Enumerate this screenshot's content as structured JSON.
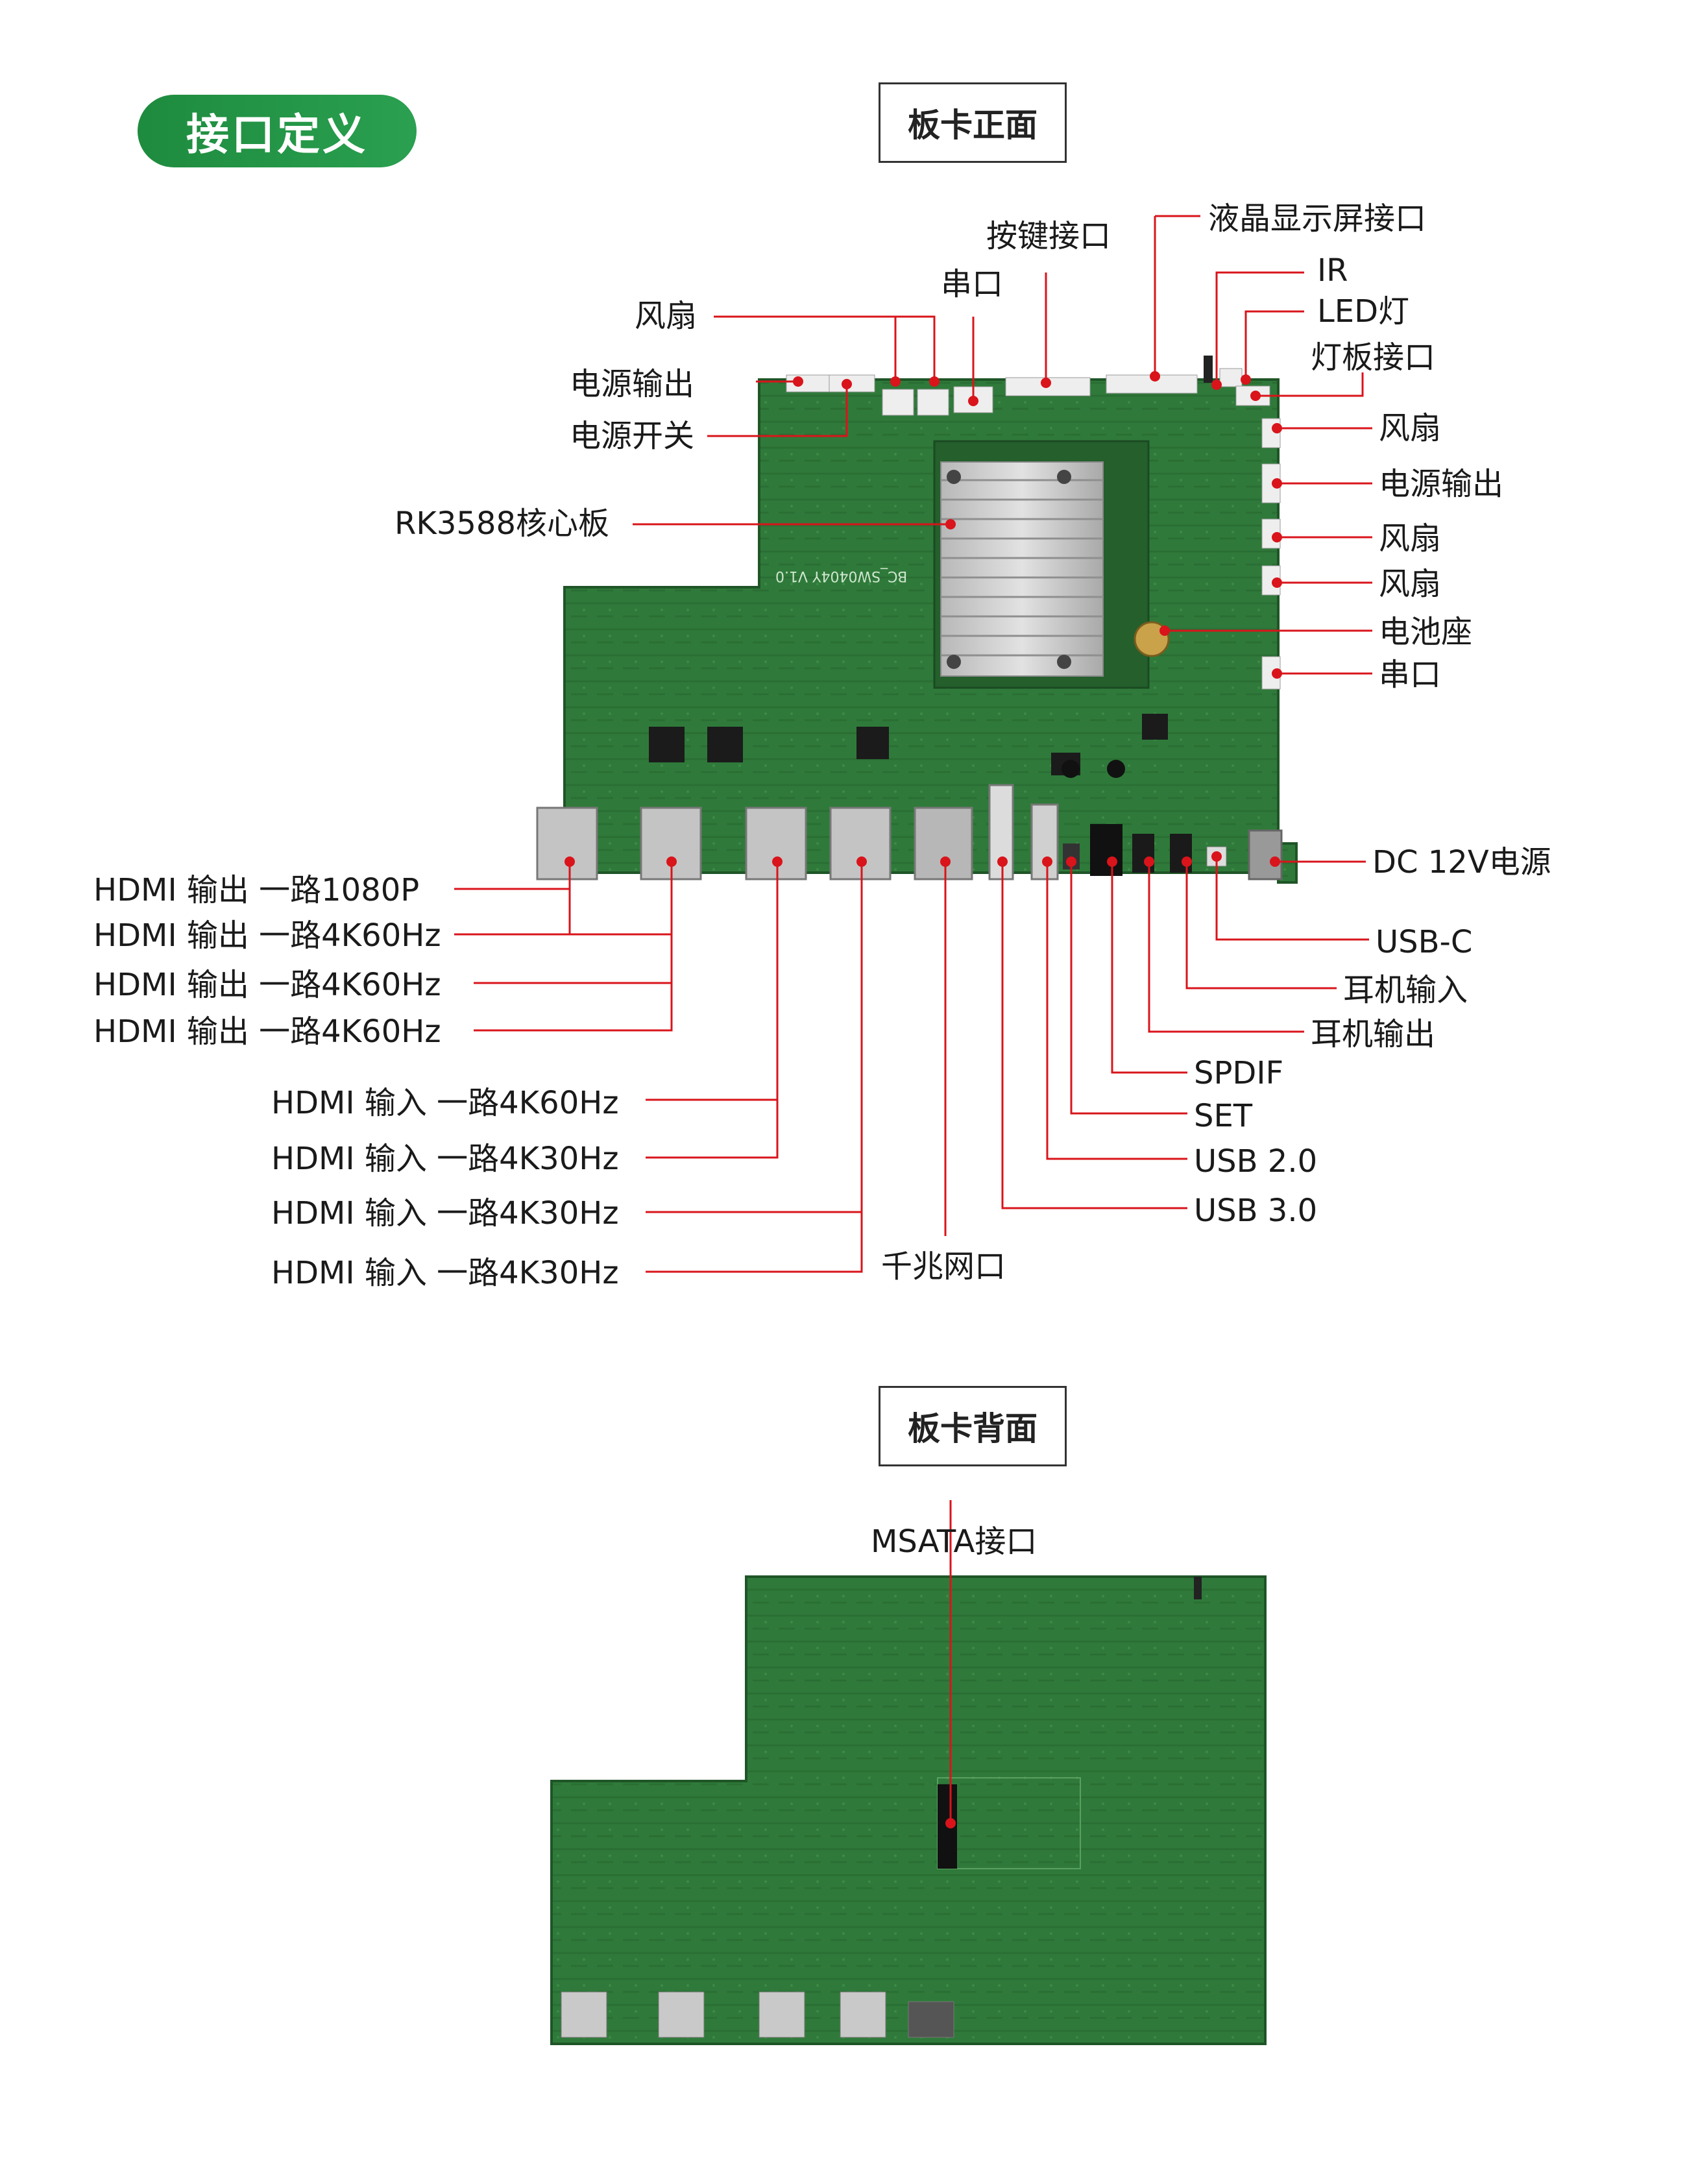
{
  "header": {
    "title": "接口定义"
  },
  "front": {
    "title": "板卡正面",
    "silk": "BC_SW0404Y V1.0",
    "labels": {
      "lcd": "液晶显示屏接口",
      "keys": "按键接口",
      "ir": "IR",
      "led": "LED灯",
      "serial_top": "串口",
      "lightboard": "灯板接口",
      "fan_top": "风扇",
      "power_out_top": "电源输出",
      "power_switch": "电源开关",
      "core": "RK3588核心板",
      "fan_r1": "风扇",
      "power_out_r": "电源输出",
      "fan_r2": "风扇",
      "fan_r3": "风扇",
      "battery": "电池座",
      "serial_r": "串口",
      "dc": "DC 12V电源",
      "usbc": "USB-C",
      "headphone_in": "耳机输入",
      "headphone_out": "耳机输出",
      "spdif": "SPDIF",
      "set": "SET",
      "usb2": "USB 2.0",
      "usb3": "USB 3.0",
      "ethernet": "千兆网口",
      "hdmi_out_1": "HDMI 输出 一路1080P",
      "hdmi_out_2": "HDMI 输出 一路4K60Hz",
      "hdmi_out_3": "HDMI 输出 一路4K60Hz",
      "hdmi_out_4": "HDMI 输出 一路4K60Hz",
      "hdmi_in_1": "HDMI 输入 一路4K60Hz",
      "hdmi_in_2": "HDMI 输入 一路4K30Hz",
      "hdmi_in_3": "HDMI 输入 一路4K30Hz",
      "hdmi_in_4": "HDMI 输入 一路4K30Hz"
    }
  },
  "back": {
    "title": "板卡背面",
    "labels": {
      "msata": "MSATA接口"
    }
  },
  "colors": {
    "accent": "#1e8b3e",
    "leader": "#d9141b",
    "pcb": "#2f7a3a",
    "pcb_dark": "#225d2b"
  }
}
